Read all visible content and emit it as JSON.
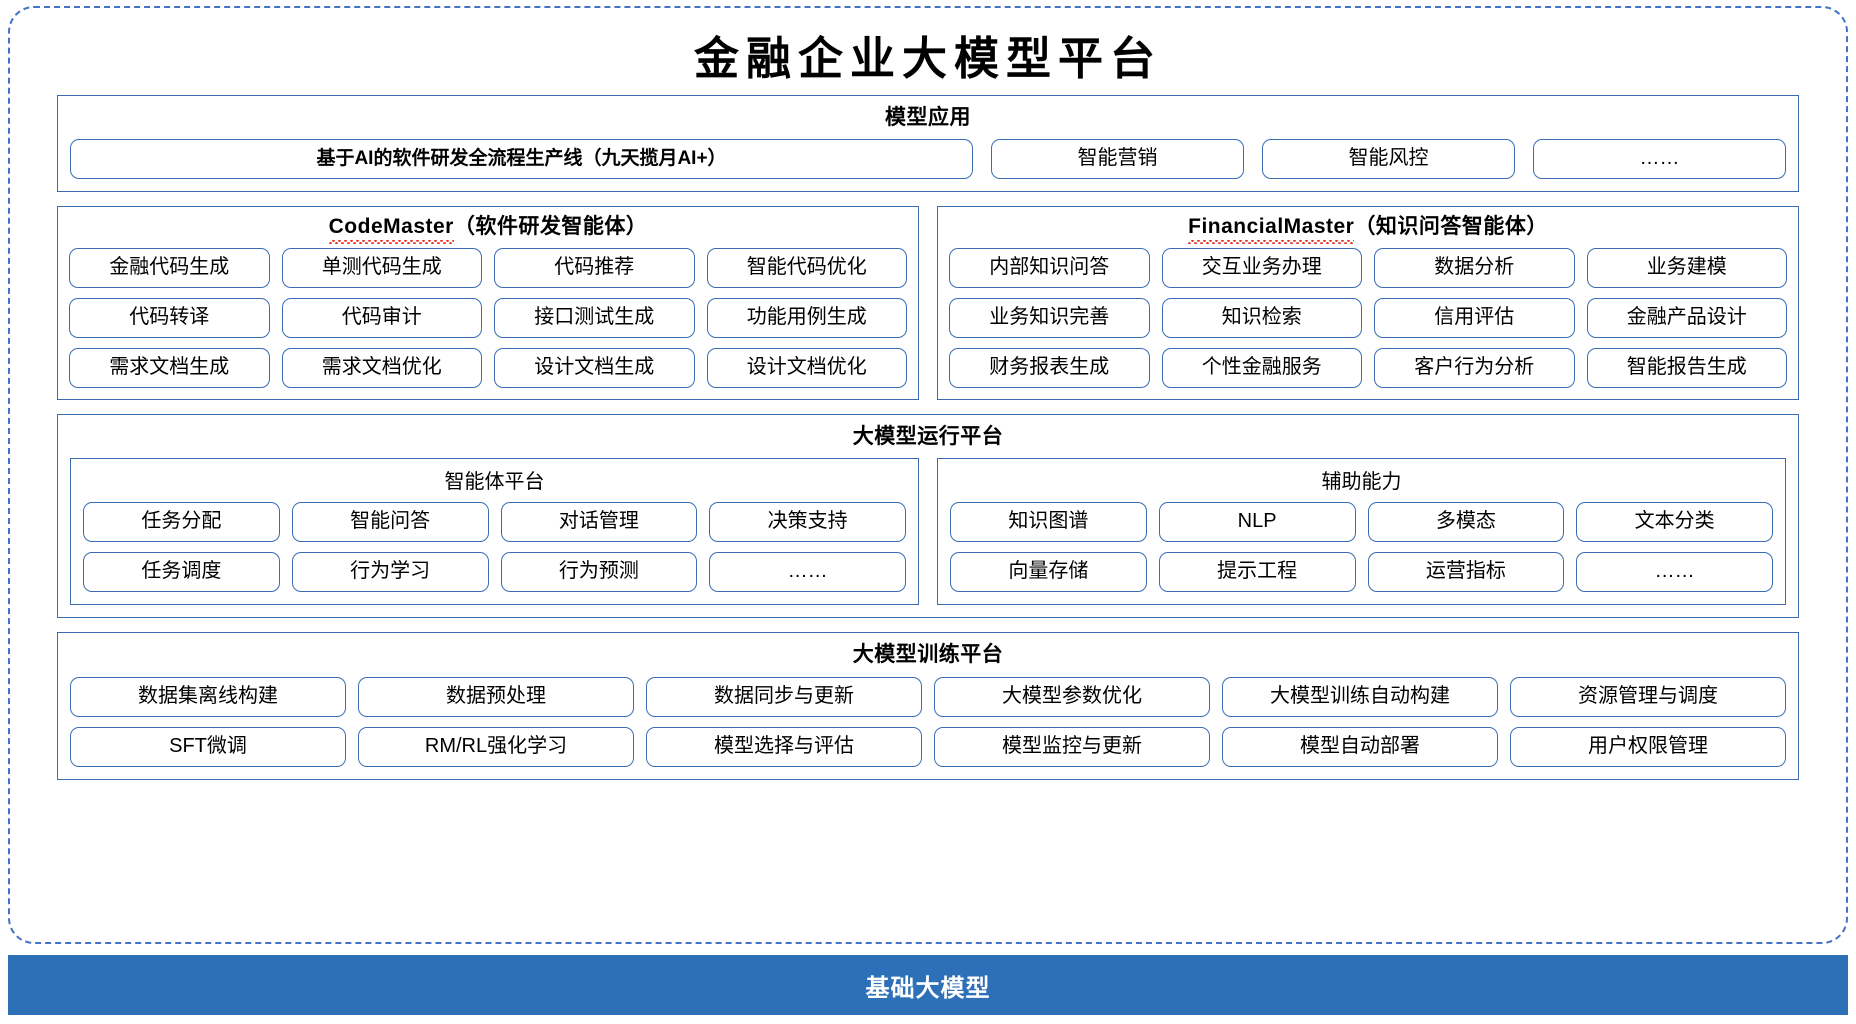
{
  "title": "金融企业大模型平台",
  "model_application": {
    "title": "模型应用",
    "items": [
      "基于AI的软件研发全流程生产线（九天揽月AI+）",
      "智能营销",
      "智能风控",
      "……"
    ]
  },
  "agents": [
    {
      "name_latin": "CodeMaster",
      "name_cn": "（软件研发智能体）",
      "rows": [
        [
          "金融代码生成",
          "单测代码生成",
          "代码推荐",
          "智能代码优化"
        ],
        [
          "代码转译",
          "代码审计",
          "接口测试生成",
          "功能用例生成"
        ],
        [
          "需求文档生成",
          "需求文档优化",
          "设计文档生成",
          "设计文档优化"
        ]
      ]
    },
    {
      "name_latin": "FinancialMaster",
      "name_cn": "（知识问答智能体）",
      "rows": [
        [
          "内部知识问答",
          "交互业务办理",
          "数据分析",
          "业务建模"
        ],
        [
          "业务知识完善",
          "知识检索",
          "信用评估",
          "金融产品设计"
        ],
        [
          "财务报表生成",
          "个性金融服务",
          "客户行为分析",
          "智能报告生成"
        ]
      ]
    }
  ],
  "runtime_platform": {
    "title": "大模型运行平台",
    "subpanels": [
      {
        "title": "智能体平台",
        "rows": [
          [
            "任务分配",
            "智能问答",
            "对话管理",
            "决策支持"
          ],
          [
            "任务调度",
            "行为学习",
            "行为预测",
            "……"
          ]
        ]
      },
      {
        "title": "辅助能力",
        "rows": [
          [
            "知识图谱",
            "NLP",
            "多模态",
            "文本分类"
          ],
          [
            "向量存储",
            "提示工程",
            "运营指标",
            "……"
          ]
        ]
      }
    ]
  },
  "training_platform": {
    "title": "大模型训练平台",
    "rows": [
      [
        "数据集离线构建",
        "数据预处理",
        "数据同步与更新",
        "大模型参数优化",
        "大模型训练自动构建",
        "资源管理与调度"
      ],
      [
        "SFT微调",
        "RM/RL强化学习",
        "模型选择与评估",
        "模型监控与更新",
        "模型自动部署",
        "用户权限管理"
      ]
    ]
  },
  "base_model": {
    "label": "基础大模型"
  },
  "colors": {
    "border_blue": "#3A6DB5",
    "dashed_blue": "#4472C4",
    "base_bar_blue": "#2E70B8",
    "spellcheck_red": "#E8392B"
  }
}
